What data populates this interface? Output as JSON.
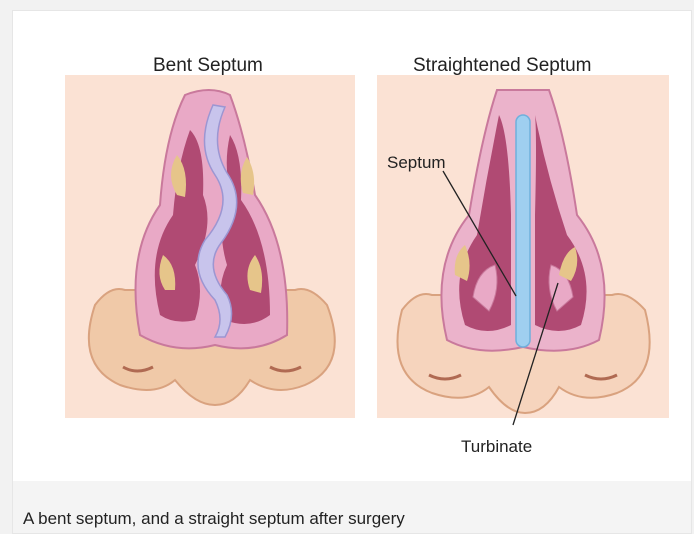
{
  "panels": {
    "left_title": "Bent Septum",
    "right_title": "Straightened Septum"
  },
  "labels": {
    "septum": "Septum",
    "turbinate": "Turbinate"
  },
  "caption": "A bent septum, and a straight septum after surgery",
  "colors": {
    "panel_bg": "#fbe2d4",
    "skin": "#f0c9a8",
    "mucosa": "#e9a9c6",
    "cavity": "#b04a73",
    "bone": "#e6c58a",
    "septum_bent": "#c8c4ec",
    "septum_straight": "#9fcff0"
  }
}
